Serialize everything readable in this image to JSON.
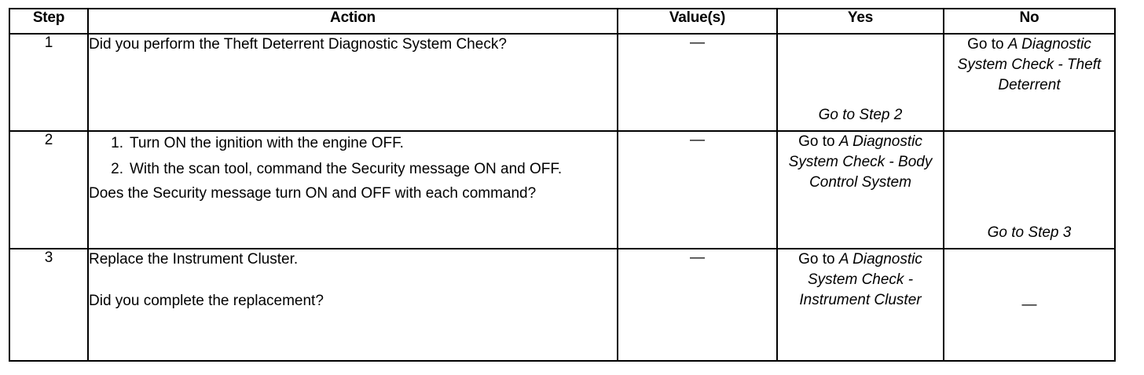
{
  "table": {
    "columns": [
      {
        "key": "step",
        "label": "Step"
      },
      {
        "key": "action",
        "label": "Action"
      },
      {
        "key": "value",
        "label": "Value(s)"
      },
      {
        "key": "yes",
        "label": "Yes"
      },
      {
        "key": "no",
        "label": "No"
      }
    ],
    "rows": [
      {
        "step": "1",
        "action": {
          "type": "paragraphs",
          "paragraphs": [
            "Did you perform the Theft Deterrent Diagnostic System Check?"
          ]
        },
        "value": "—",
        "yes": {
          "prefix": "",
          "italic": "Go to Step 2",
          "align": "bottom"
        },
        "no": {
          "prefix": "Go to ",
          "italic": "A Diagnostic System Check - Theft Deterrent",
          "align": "top"
        }
      },
      {
        "step": "2",
        "action": {
          "type": "list",
          "items": [
            "Turn ON the ignition with the engine OFF.",
            "With the scan tool, command the Security message ON and OFF."
          ],
          "question": "Does the Security message turn ON and OFF with each command?"
        },
        "value": "—",
        "yes": {
          "prefix": "Go to ",
          "italic": "A Diagnostic System Check - Body Control System",
          "align": "top"
        },
        "no": {
          "prefix": "",
          "italic": "Go to Step 3",
          "align": "bottom"
        }
      },
      {
        "step": "3",
        "action": {
          "type": "paragraphs",
          "paragraphs": [
            "Replace the Instrument Cluster.",
            "Did you complete the replacement?"
          ]
        },
        "value": "—",
        "yes": {
          "prefix": "Go to ",
          "italic": "A Diagnostic System Check - Instrument Cluster",
          "align": "top"
        },
        "no": {
          "prefix": "",
          "italic": "",
          "plain": "—",
          "align": "middle"
        }
      }
    ]
  }
}
